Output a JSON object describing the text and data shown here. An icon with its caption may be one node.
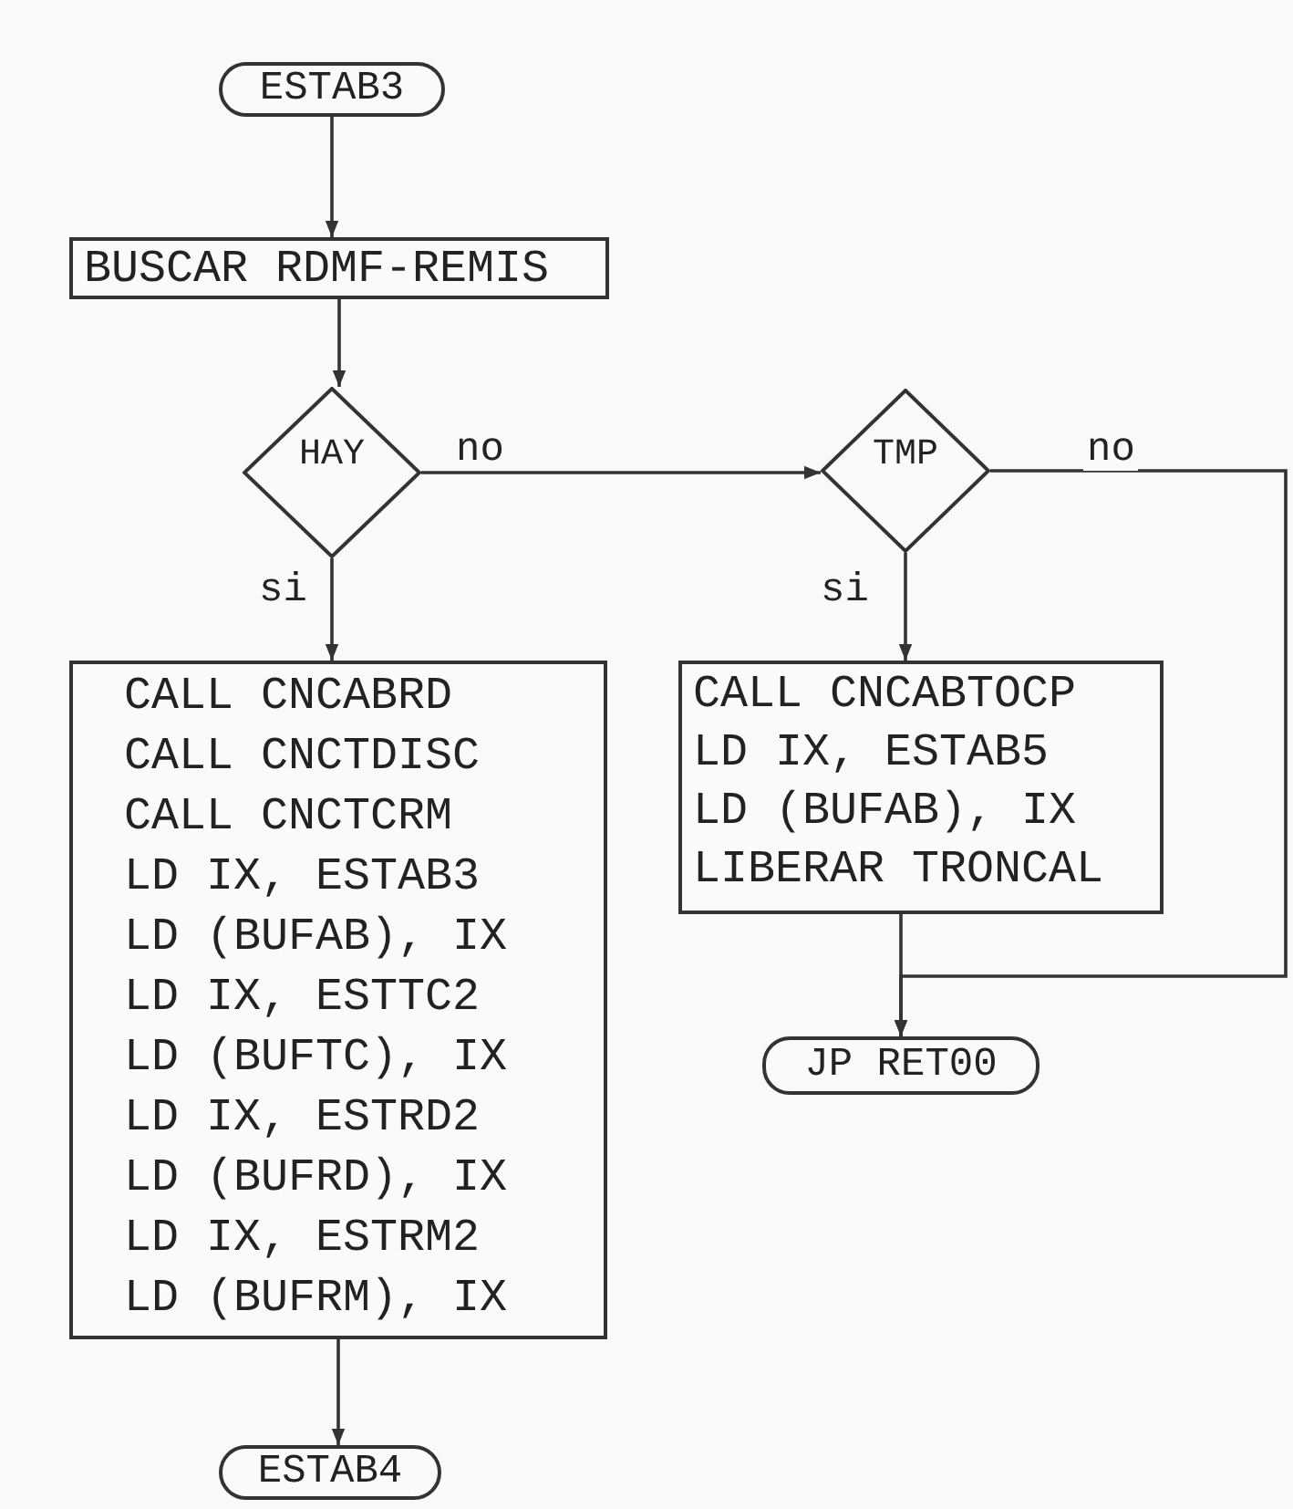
{
  "diagram": {
    "nodes": [
      {
        "text": [
          "ESTAB3"
        ]
      },
      {
        "text": [
          "BUSCAR RDMF-REMIS"
        ]
      },
      {
        "text": [
          "HAY"
        ]
      },
      {
        "text": [
          "TMP"
        ]
      },
      {
        "text": [
          "CALL CNCABRD",
          "CALL CNCTDISC",
          "CALL CNCTCRM",
          "LD IX, ESTAB3",
          "LD (BUFAB), IX",
          "LD IX, ESTTC2",
          "LD (BUFTC), IX",
          "LD IX, ESTRD2",
          "LD (BUFRD), IX",
          "LD IX, ESTRM2",
          "LD (BUFRM), IX"
        ]
      },
      {
        "text": [
          "CALL CNCABTOCP",
          "LD IX, ESTAB5",
          "LD (BUFAB), IX",
          "LIBERAR TRONCAL"
        ]
      },
      {
        "text": [
          "JP RET00"
        ]
      },
      {
        "text": [
          "ESTAB4"
        ]
      }
    ],
    "edges": [
      {
        "from": 0,
        "to": 1,
        "arrow": "to"
      },
      {
        "from": 1,
        "to": 2,
        "arrow": "to"
      },
      {
        "from": 2,
        "to": 3,
        "arrow": "to",
        "label": "no"
      },
      {
        "from": 2,
        "to": 4,
        "arrow": "to",
        "label": "si"
      },
      {
        "from": 3,
        "to": 5,
        "arrow": "to",
        "label": "si"
      },
      {
        "from": 3,
        "to": 6,
        "arrow": "to",
        "label": "no"
      },
      {
        "from": 5,
        "to": 6,
        "arrow": "to"
      },
      {
        "from": 4,
        "to": 7,
        "arrow": "to"
      }
    ]
  }
}
